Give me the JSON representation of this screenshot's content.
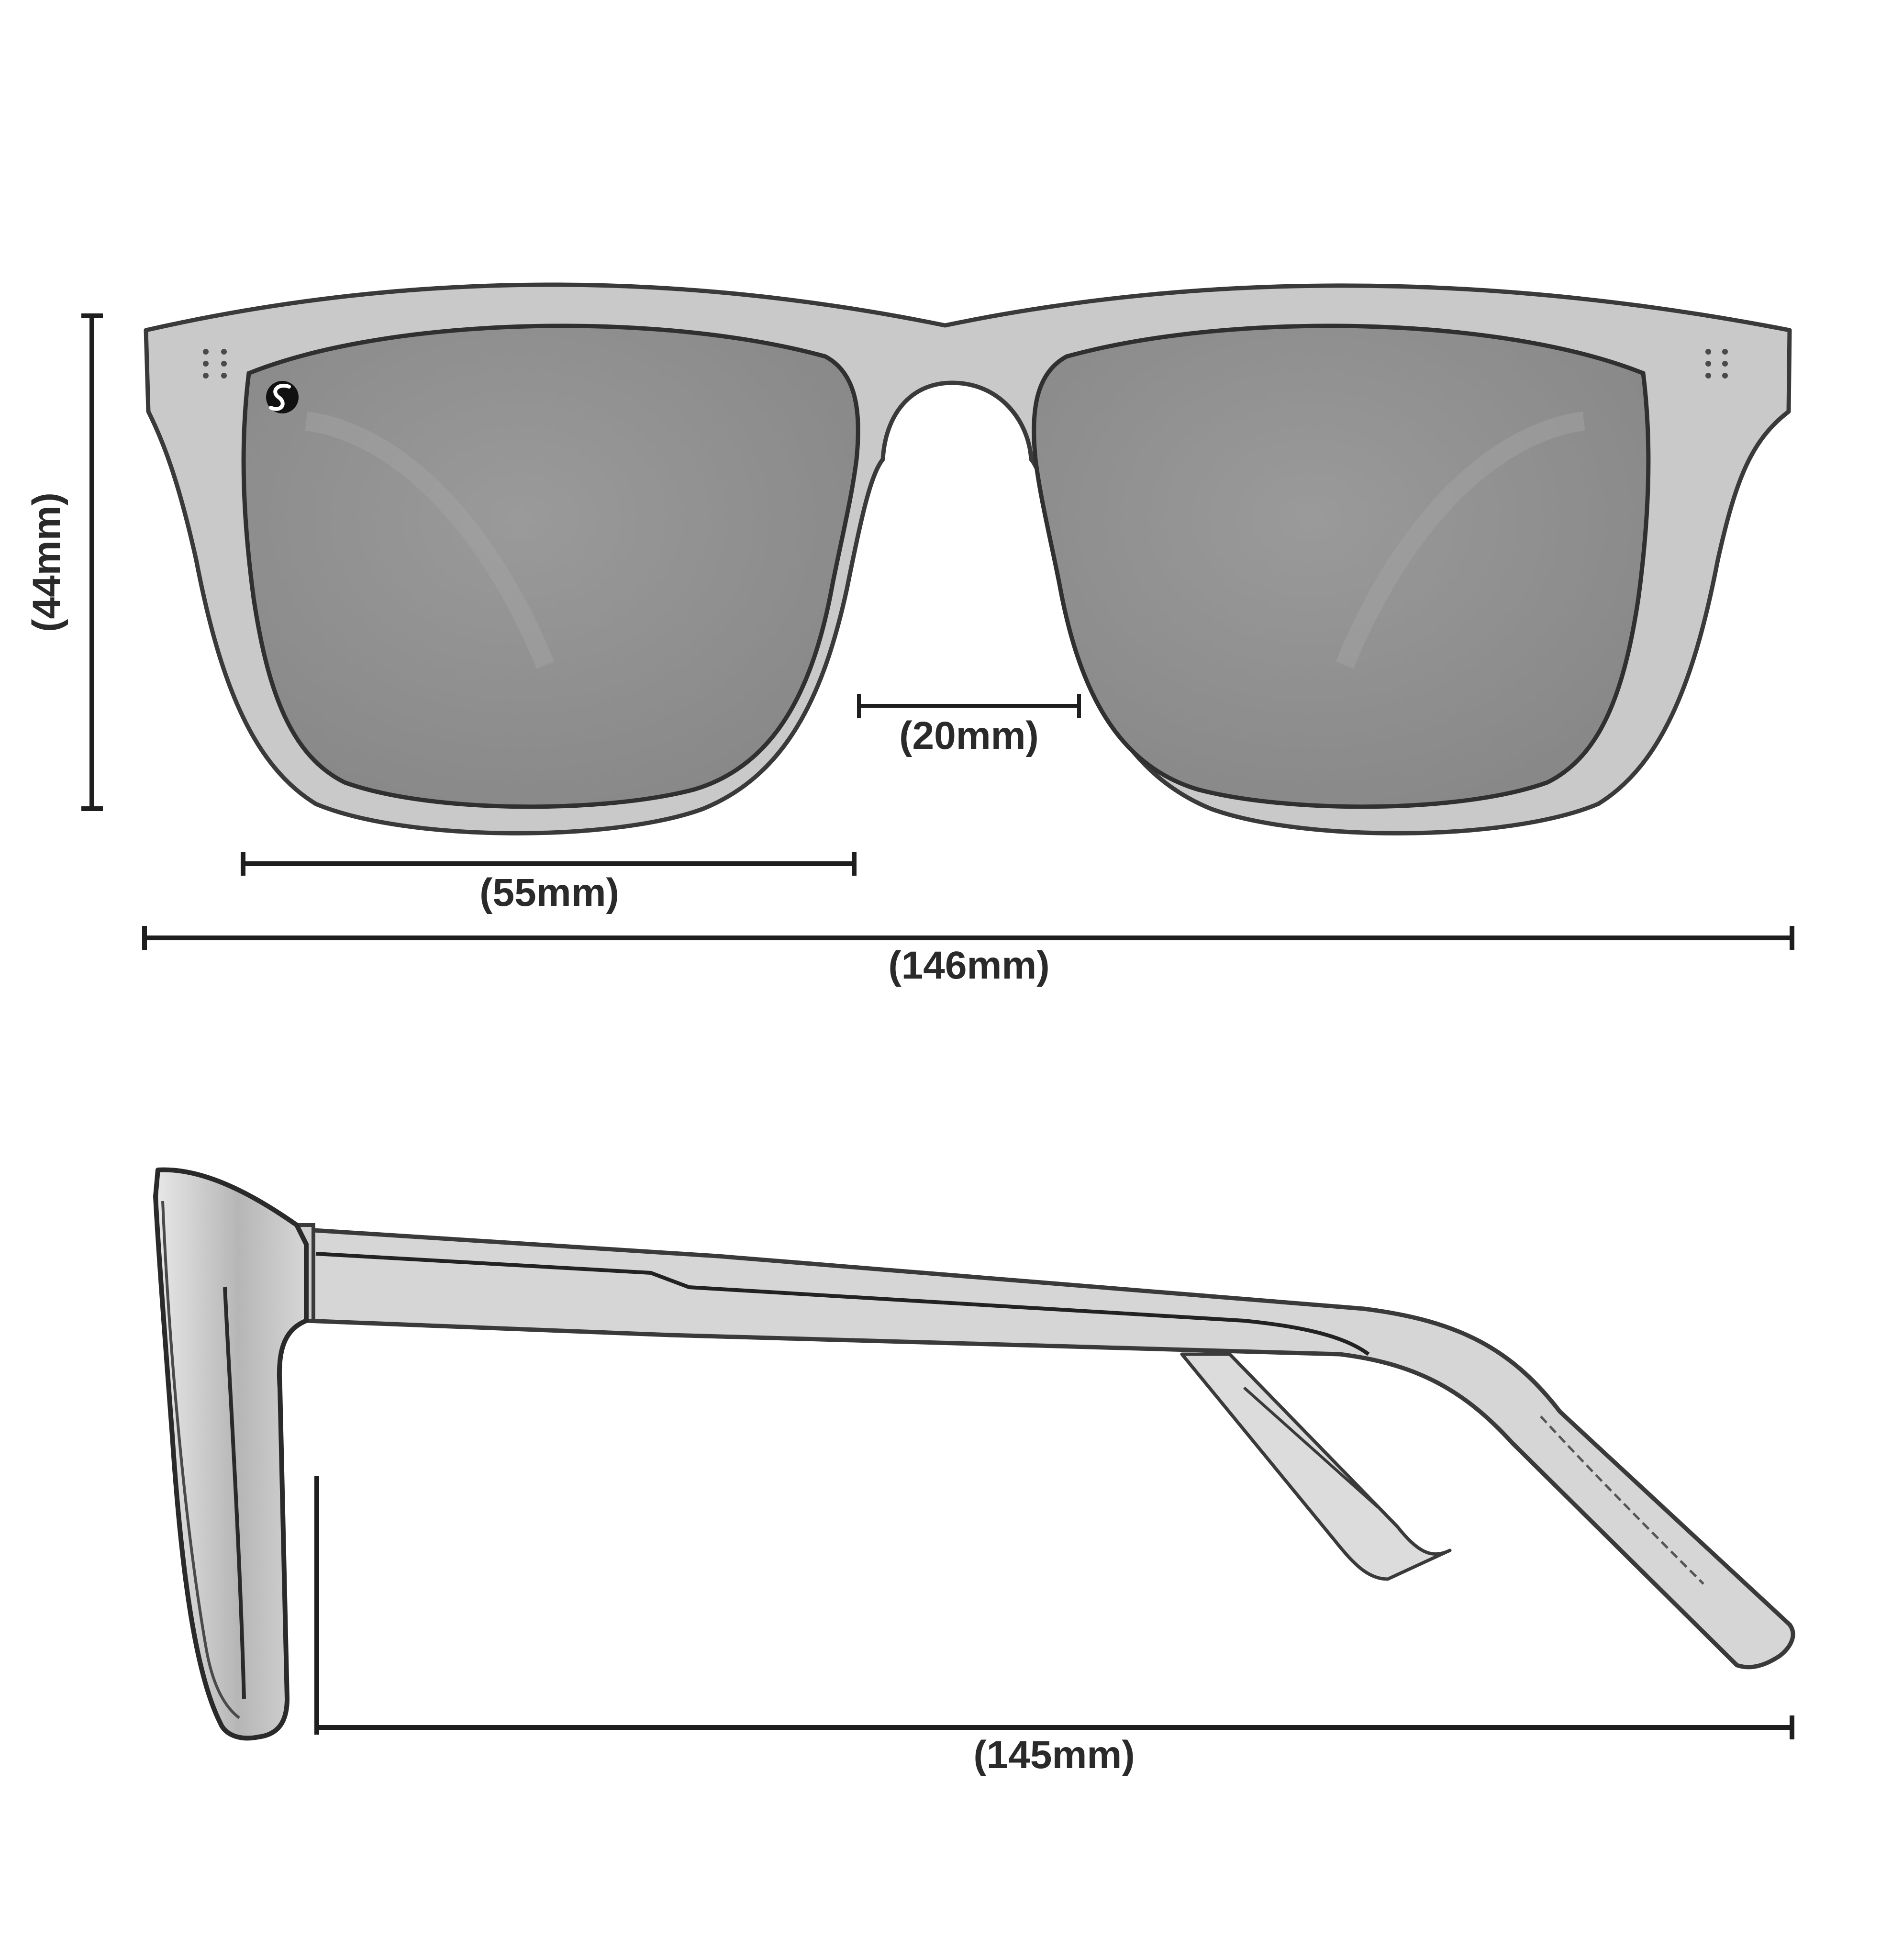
{
  "colors": {
    "frame": "#c9c9c9",
    "frame_outline": "#3a3a3a",
    "lens": "#8f8f8f",
    "dimension_line": "#1e1e1e",
    "background": "#ffffff"
  },
  "logo_icon": "s-monogram-icon",
  "front_view": {
    "height_label": "(44mm)",
    "bridge_label": "(20mm)",
    "lens_width_label": "(55mm)",
    "total_width_label": "(146mm)"
  },
  "side_view": {
    "temple_length_label": "(145mm)"
  }
}
